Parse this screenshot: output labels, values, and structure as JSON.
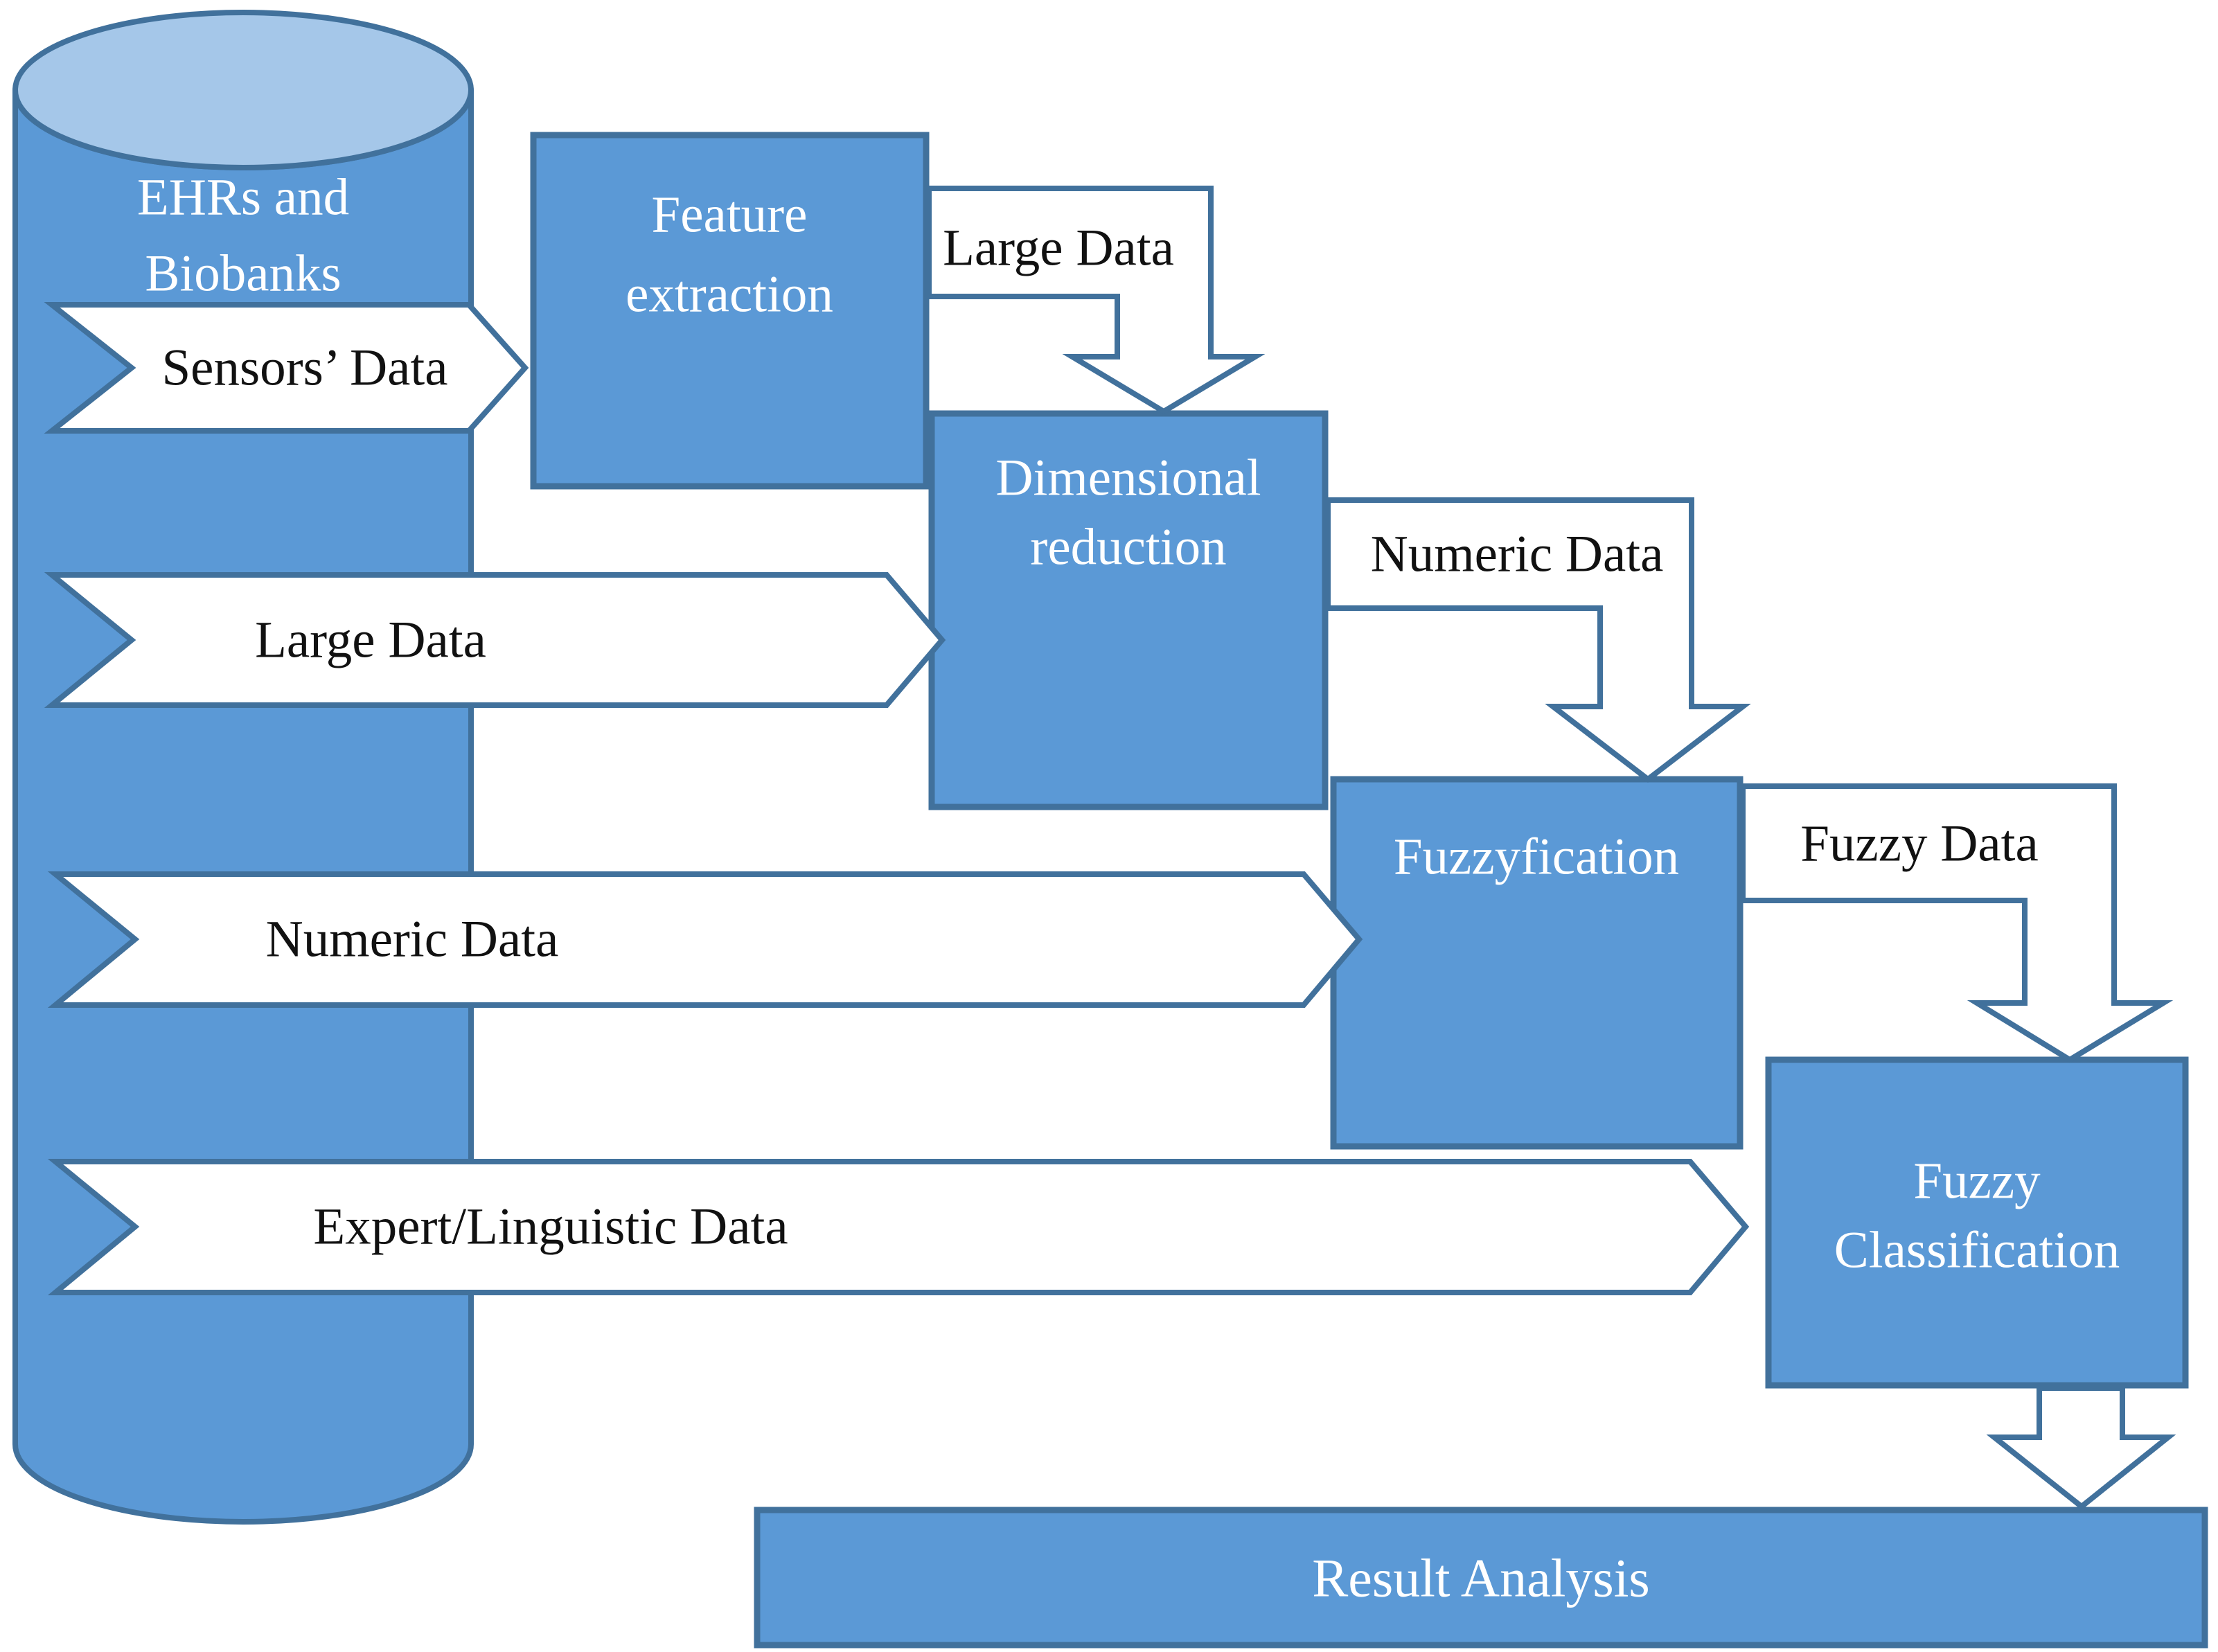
{
  "diagram": {
    "title_hint": "Fuzzy classification data-flow diagram",
    "colors": {
      "node_fill": "#5B99D6",
      "cylinder_top_fill": "#A5C7E9",
      "border": "#41719C",
      "arrow_fill": "#FFFFFF",
      "label_text": "#111111",
      "node_text": "#FFFFFF",
      "background": "#FFFFFF"
    },
    "nodes": {
      "datastore": {
        "line1": "EHRs and",
        "line2": "Biobanks",
        "shape": "cylinder"
      },
      "feature": {
        "line1": "Feature",
        "line2": "extraction",
        "shape": "rect"
      },
      "dimensional": {
        "line1": "Dimensional",
        "line2": "reduction",
        "shape": "rect"
      },
      "fuzzyfication": {
        "label": "Fuzzyfication",
        "shape": "rect"
      },
      "classification": {
        "line1": "Fuzzy",
        "line2": "Classification",
        "shape": "rect"
      },
      "result": {
        "label": "Result Analysis",
        "shape": "rect"
      }
    },
    "source_arrows": {
      "sensors": {
        "label": "Sensors’ Data",
        "from": "datastore",
        "to": "feature"
      },
      "large": {
        "label": "Large Data",
        "from": "datastore",
        "to": "dimensional"
      },
      "numeric": {
        "label": "Numeric Data",
        "from": "datastore",
        "to": "fuzzyfication"
      },
      "expert": {
        "label": "Expert/Linguistic Data",
        "from": "datastore",
        "to": "classification"
      }
    },
    "flow_labels": {
      "large": {
        "label": "Large Data",
        "from": "feature",
        "to": "dimensional"
      },
      "numeric": {
        "label": "Numeric Data",
        "from": "dimensional",
        "to": "fuzzyfication"
      },
      "fuzzy": {
        "label": "Fuzzy Data",
        "from": "fuzzyfication",
        "to": "classification"
      },
      "final": {
        "label": "",
        "from": "classification",
        "to": "result"
      }
    }
  }
}
